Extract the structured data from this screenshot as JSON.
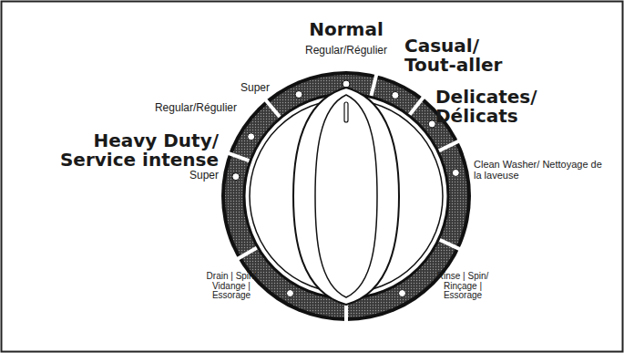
{
  "diagram": {
    "labels": [
      "Normal",
      "Regular/Régulier",
      "Super",
      "Casual/ Tout-aller",
      "Regular/Régulier",
      "Delicates/ Délicats",
      "Heavy Duty/ Service intense",
      "Clean Washer/ Nettoyage de la laveuse",
      "Super",
      "Drain | Spin/ Vidange | Essorage",
      "Rinse | Spin/ Rinçage | Essorage"
    ]
  }
}
